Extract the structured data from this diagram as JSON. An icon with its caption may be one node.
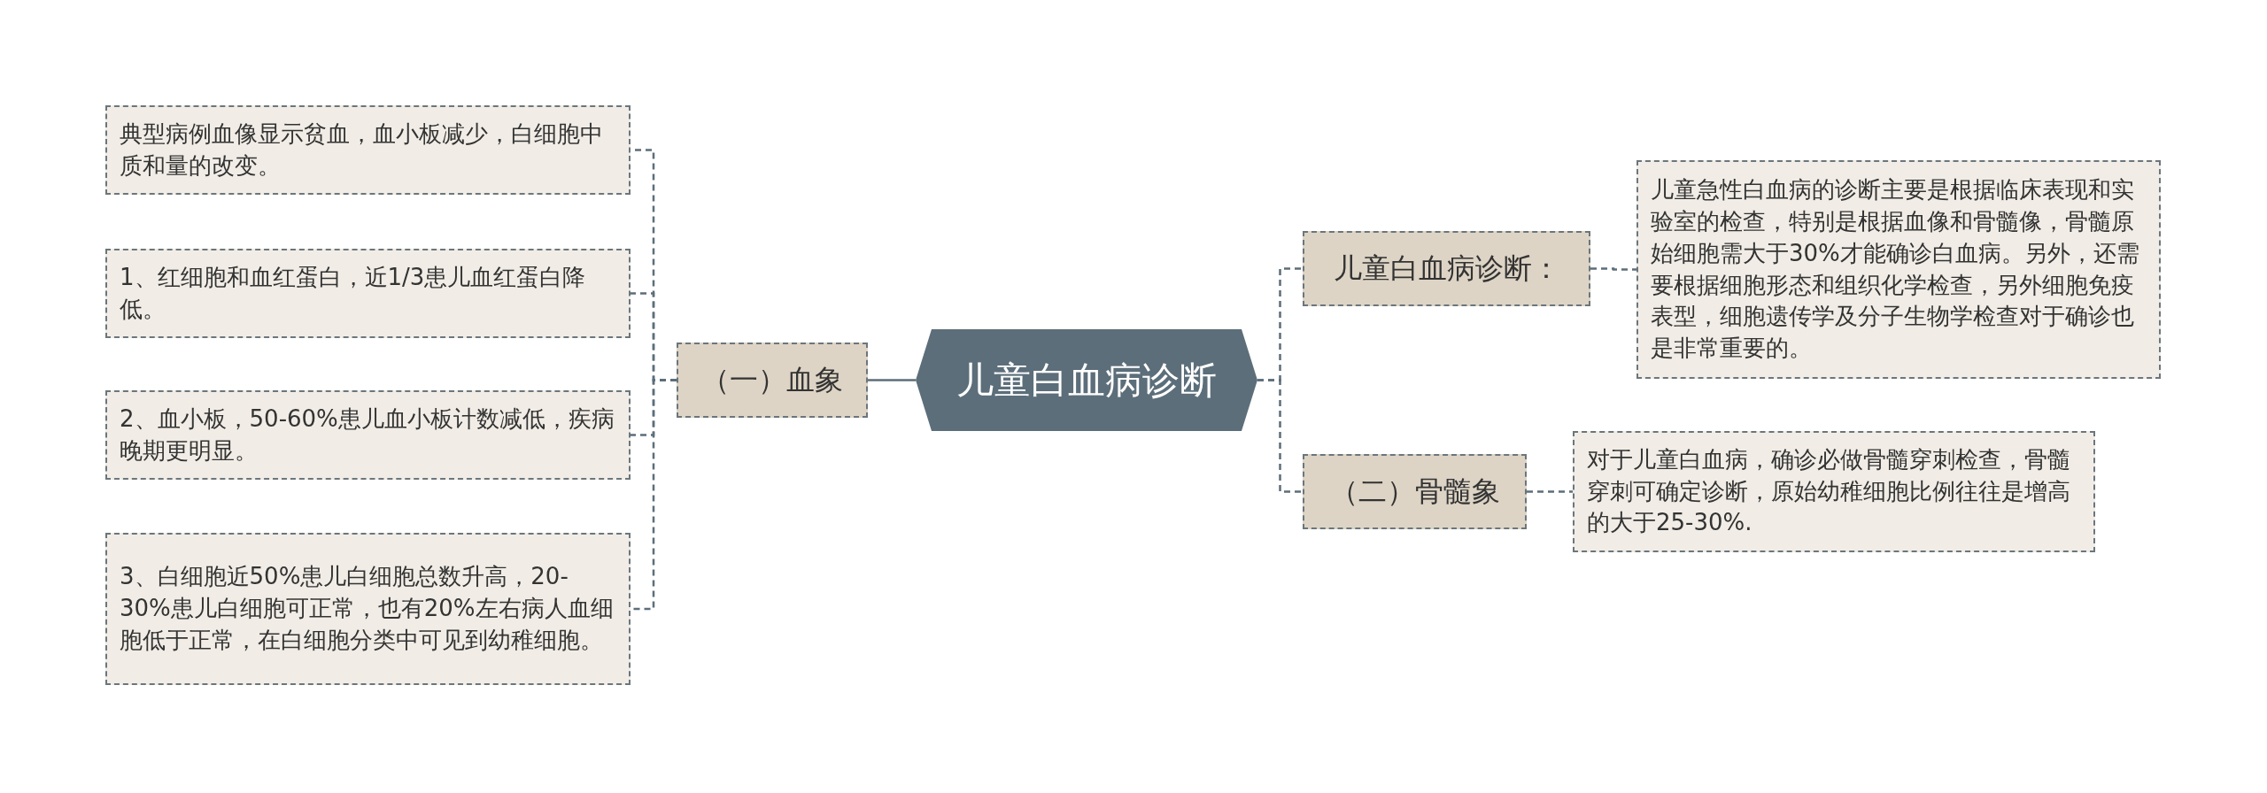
{
  "diagram": {
    "nodes": [
      {
        "text": [
          "儿童白血病诊断"
        ]
      },
      {
        "text": [
          "（一）血象"
        ]
      },
      {
        "text": [
          "典型病例血像显示贫血，血小板减少，白细胞中质和量的改变。"
        ]
      },
      {
        "text": [
          "1、红细胞和血红蛋白，近1/3患儿血红蛋白降低。"
        ]
      },
      {
        "text": [
          "2、血小板，50-60%患儿血小板计数减低，疾病晚期更明显。"
        ]
      },
      {
        "text": [
          "3、白细胞近50%患儿白细胞总数升高，20-30%患儿白细胞可正常，也有20%左右病人血细胞低于正常，在白细胞分类中可见到幼稚细胞。"
        ]
      },
      {
        "text": [
          "儿童白血病诊断："
        ]
      },
      {
        "text": [
          "儿童急性白血病的诊断主要是根据临床表现和实验室的检查，特别是根据血像和骨髓像，骨髓原始细胞需大于30%才能确诊白血病。另外，还需要根据细胞形态和组织化学检查，另外细胞免疫表型，细胞遗传学及分子生物学检查对于确诊也是非常重要的。"
        ]
      },
      {
        "text": [
          "（二）骨髓象"
        ]
      },
      {
        "text": [
          "对于儿童白血病，确诊必做骨髓穿刺检查，骨髓穿刺可确定诊断，原始幼稚细胞比例往往是增高的大于25-30%."
        ]
      }
    ],
    "edges": [
      {
        "from": 0,
        "to": 1,
        "arrow": "none"
      },
      {
        "from": 1,
        "to": 2,
        "arrow": "none",
        "style": "dashed"
      },
      {
        "from": 1,
        "to": 3,
        "arrow": "none",
        "style": "dashed"
      },
      {
        "from": 1,
        "to": 4,
        "arrow": "none",
        "style": "dashed"
      },
      {
        "from": 1,
        "to": 5,
        "arrow": "none",
        "style": "dashed"
      },
      {
        "from": 0,
        "to": 6,
        "arrow": "none",
        "style": "dashed"
      },
      {
        "from": 0,
        "to": 8,
        "arrow": "none",
        "style": "dashed"
      },
      {
        "from": 6,
        "to": 7,
        "arrow": "none",
        "style": "dashed"
      },
      {
        "from": 8,
        "to": 9,
        "arrow": "none",
        "style": "dashed"
      }
    ]
  }
}
